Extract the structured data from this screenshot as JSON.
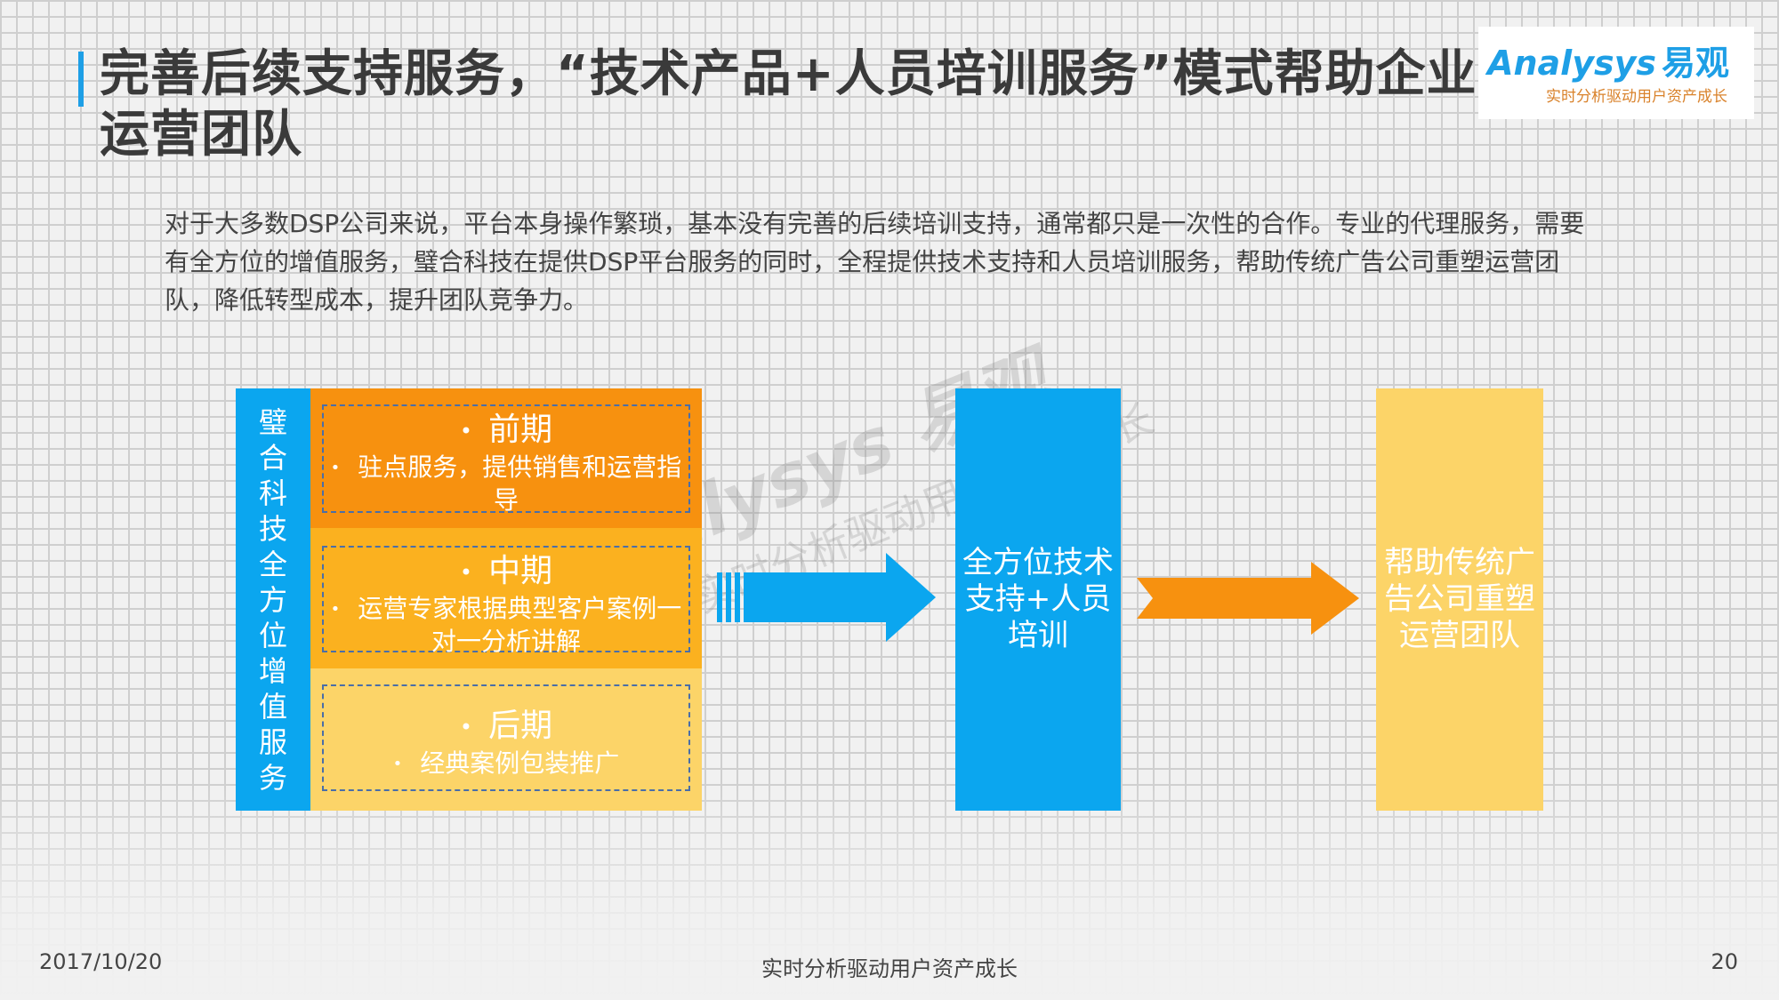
{
  "header": {
    "title": "完善后续支持服务，“技术产品+人员培训服务”模式帮助企业重塑运营团队"
  },
  "logo": {
    "brand": "Analysys",
    "brand_cn": "易观",
    "slogan": "实时分析驱动用户资产成长"
  },
  "intro": "对于大多数DSP公司来说，平台本身操作繁琐，基本没有完善的后续培训支持，通常都只是一次性的合作。专业的代理服务，需要有全方位的增值服务，璧合科技在提供DSP平台服务的同时，全程提供技术支持和人员培训服务，帮助传统广告公司重塑运营团队，降低转型成本，提升团队竞争力。",
  "diagram": {
    "vertical_label": [
      "璧",
      "合",
      "科",
      "技",
      "全",
      "方",
      "位",
      "增",
      "值",
      "服",
      "务"
    ],
    "phases": [
      {
        "bullet": "•",
        "title": "前期",
        "item_bullet": "•",
        "item": "驻点服务，提供销售和运营指导",
        "bg": "#f7910f"
      },
      {
        "bullet": "•",
        "title": "中期",
        "item_bullet": "•",
        "item": "运营专家根据典型客户案例一对一分析讲解",
        "bg": "#fbb11f"
      },
      {
        "bullet": "•",
        "title": "后期",
        "item_bullet": "•",
        "item": "经典案例包装推广",
        "bg": "#fcd468"
      }
    ],
    "middle_box": "全方位技术支持+人员培训",
    "right_box": "帮助传统广告公司重塑运营团队",
    "colors": {
      "blue": "#0ba6ef",
      "orange": "#f7910f",
      "yellow": "#fcd468"
    }
  },
  "footer": {
    "date": "2017/10/20",
    "slogan": "实时分析驱动用户资产成长",
    "page": "20"
  }
}
